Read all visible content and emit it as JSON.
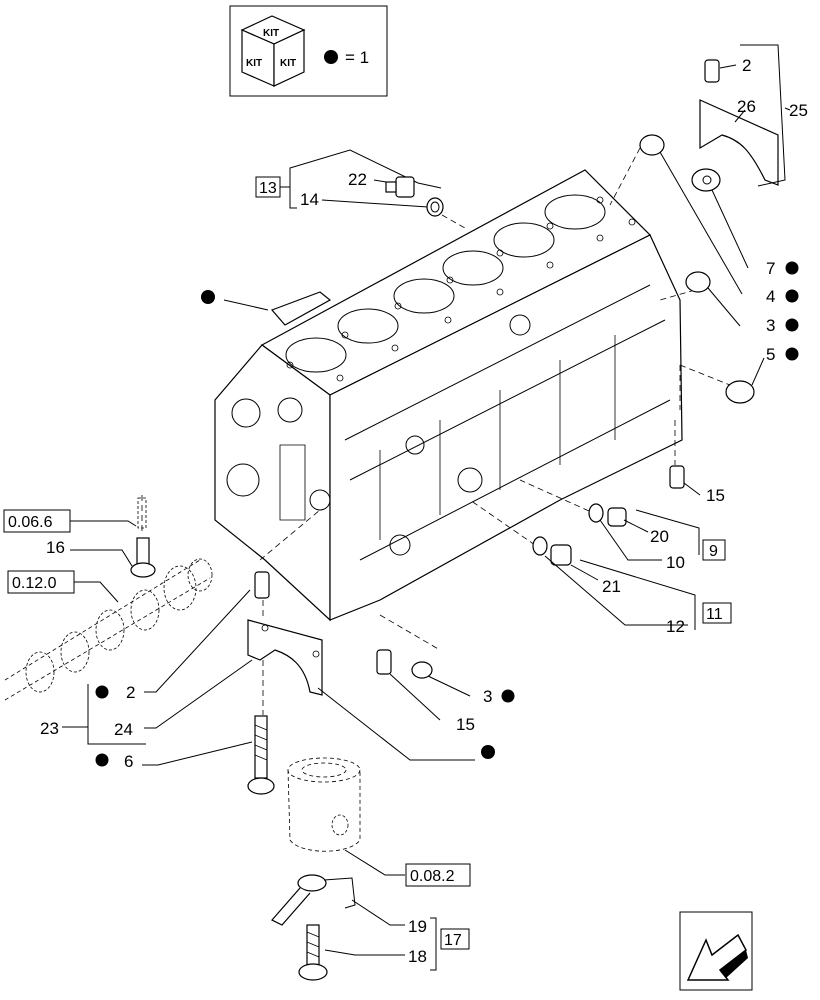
{
  "kit_legend": {
    "kit_text": "KIT",
    "equals_label": "= 1"
  },
  "callouts": {
    "p2_top": "2",
    "p26": "26",
    "p25": "25",
    "p22": "22",
    "p14": "14",
    "p13": "13",
    "p7": "7",
    "p4": "4",
    "p3_top": "3",
    "p5": "5",
    "p15_right": "15",
    "p20": "20",
    "p10": "10",
    "p9": "9",
    "p21": "21",
    "p12": "12",
    "p11": "11",
    "ref_0_06_6": "0.06.6",
    "p16": "16",
    "ref_0_12_0": "0.12.0",
    "p2_left": "2",
    "p23": "23",
    "p24": "24",
    "p6": "6",
    "p3_bottom": "3",
    "p15_bottom": "15",
    "ref_0_08_2": "0.08.2",
    "p19": "19",
    "p18": "18",
    "p17": "17"
  }
}
